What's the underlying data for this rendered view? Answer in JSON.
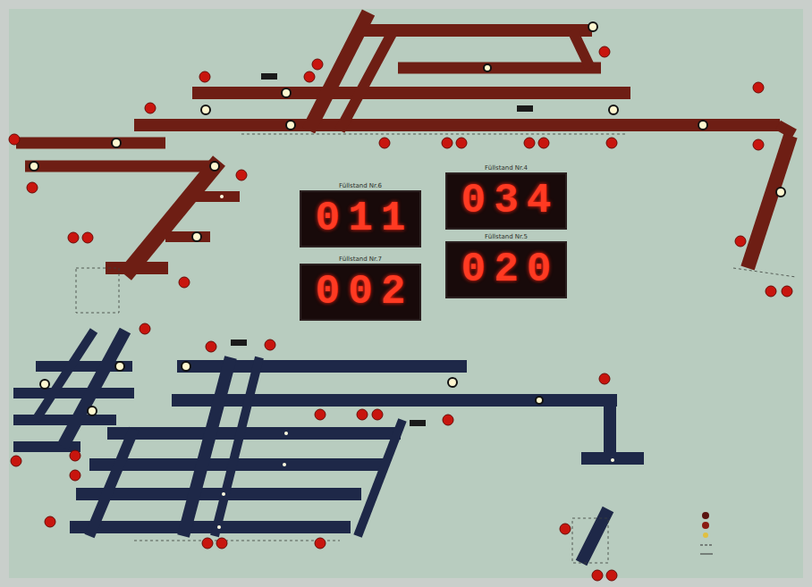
{
  "diagram": {
    "nodes": [
      {
        "text": [
          "Füllstand Nr.6",
          "011"
        ]
      },
      {
        "text": [
          "Füllstand Nr.4",
          "034"
        ]
      },
      {
        "text": [
          "Füllstand Nr.7",
          "002"
        ]
      },
      {
        "text": [
          "Füllstand Nr.5",
          "020"
        ]
      }
    ]
  }
}
